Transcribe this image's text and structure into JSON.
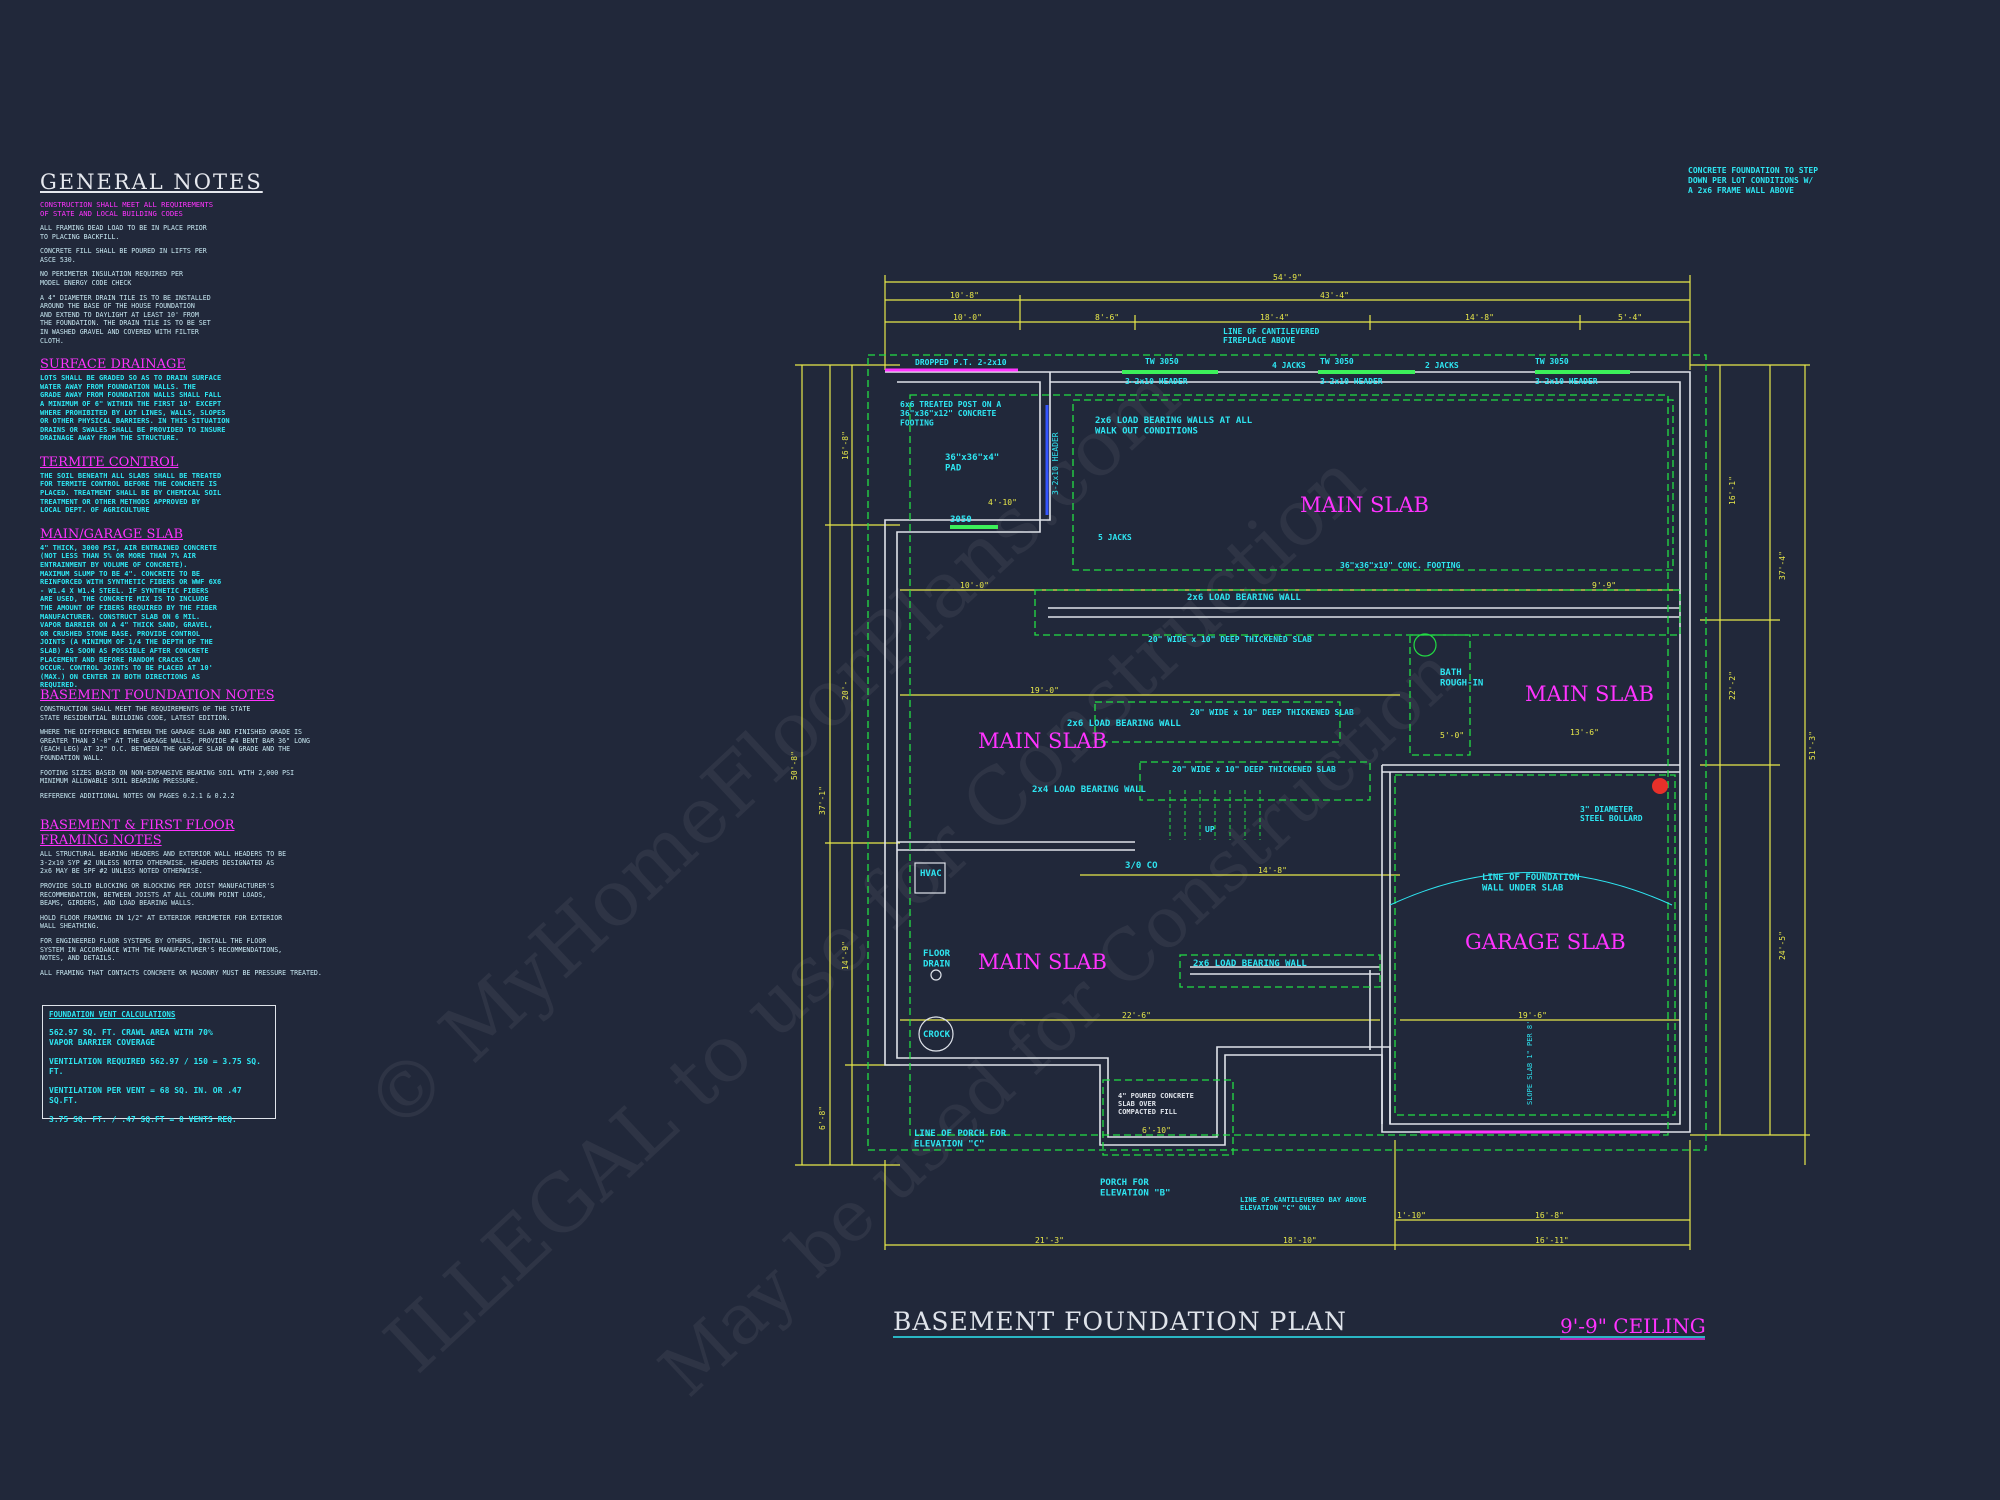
{
  "general_notes": {
    "title": "GENERAL  NOTES",
    "intro": "CONSTRUCTION SHALL MEET ALL REQUIREMENTS\nOF STATE AND LOCAL BUILDING CODES",
    "items": [
      "ALL FRAMING DEAD LOAD TO BE IN PLACE PRIOR\nTO PLACING BACKFILL.",
      "CONCRETE FILL SHALL BE POURED IN LIFTS PER\nASCE 530.",
      "NO PERIMETER INSULATION REQUIRED PER\nMODEL ENERGY CODE CHECK",
      "A 4\" DIAMETER DRAIN TILE IS TO BE INSTALLED\nAROUND THE BASE OF THE HOUSE FOUNDATION\nAND EXTEND TO DAYLIGHT AT LEAST 10' FROM\nTHE FOUNDATION. THE DRAIN TILE IS TO BE SET\nIN WASHED GRAVEL AND COVERED WITH FILTER\nCLOTH."
    ]
  },
  "surface_drainage": {
    "title": "SURFACE DRAINAGE",
    "text": "LOTS SHALL BE GRADED SO AS TO DRAIN SURFACE\nWATER AWAY FROM FOUNDATION WALLS.  THE\nGRADE AWAY FROM FOUNDATION WALLS SHALL FALL\nA MINIMUM OF 6\" WITHIN THE FIRST 10' EXCEPT\nWHERE PROHIBITED BY LOT LINES, WALLS, SLOPES\nOR OTHER PHYSICAL BARRIERS.  IN THIS SITUATION\nDRAINS OR SWALES SHALL BE PROVIDED TO INSURE\nDRAINAGE AWAY FROM THE STRUCTURE."
  },
  "termite_control": {
    "title": "TERMITE  CONTROL",
    "text": "THE SOIL BENEATH ALL SLABS SHALL BE TREATED\nFOR TERMITE CONTROL BEFORE THE CONCRETE IS\nPLACED. TREATMENT SHALL BE BY CHEMICAL SOIL\nTREATMENT OR OTHER METHODS APPROVED BY\nLOCAL DEPT. OF AGRICULTURE"
  },
  "main_garage_slab": {
    "title": "MAIN/GARAGE SLAB",
    "text": "4\" THICK, 3000 PSI, AIR ENTRAINED CONCRETE\n(NOT LESS THAN 5% OR MORE THAN 7% AIR\nENTRAINMENT BY VOLUME OF CONCRETE).\nMAXIMUM SLUMP TO BE 4\".  CONCRETE TO BE\nREINFORCED WITH SYNTHETIC FIBERS OR WWF 6X6\n- W1.4 X W1.4 STEEL.  IF SYNTHETIC FIBERS\nARE USED, THE CONCRETE MIX IS TO INCLUDE\nTHE AMOUNT OF FIBERS REQUIRED BY THE FIBER\nMANUFACTURER.  CONSTRUCT SLAB ON 6 MIL.\nVAPOR BARRIER ON A 4\" THICK SAND, GRAVEL,\nOR CRUSHED STONE BASE.  PROVIDE CONTROL\nJOINTS (A MINIMUM OF 1/4 THE DEPTH OF THE\nSLAB) AS SOON AS POSSIBLE AFTER CONCRETE\nPLACEMENT AND BEFORE RANDOM CRACKS CAN\nOCCUR.  CONTROL JOINTS TO BE PLACED AT 10'\n(MAX.) ON CENTER IN BOTH DIRECTIONS AS\nREQUIRED."
  },
  "basement_foundation_notes": {
    "title": "BASEMENT  FOUNDATION  NOTES",
    "items": [
      "CONSTRUCTION SHALL MEET THE REQUIREMENTS OF THE STATE\nSTATE RESIDENTIAL BUILDING CODE, LATEST EDITION.",
      "WHERE THE DIFFERENCE BETWEEN THE GARAGE SLAB AND FINISHED GRADE IS\nGREATER THAN 3'-0\" AT THE GARAGE WALLS, PROVIDE #4 BENT BAR 36\" LONG\n(EACH LEG) AT 32\" O.C. BETWEEN THE GARAGE SLAB ON GRADE AND THE\nFOUNDATION WALL.",
      "FOOTING SIZES BASED ON NON-EXPANSIVE BEARING SOIL WITH 2,000 PSI\nMINIMUM ALLOWABLE SOIL BEARING PRESSURE.",
      "REFERENCE ADDITIONAL NOTES ON PAGES 0.2.1 & 0.2.2"
    ]
  },
  "framing_notes": {
    "title": "BASEMENT  &  FIRST  FLOOR\nFRAMING  NOTES",
    "items": [
      "ALL STRUCTURAL BEARING HEADERS AND EXTERIOR WALL HEADERS TO BE\n3-2x10 SYP #2 UNLESS NOTED OTHERWISE.  HEADERS DESIGNATED AS\n2x6 MAY BE SPF #2 UNLESS NOTED OTHERWISE.",
      "PROVIDE SOLID BLOCKING OR BLOCKING PER JOIST MANUFACTURER'S\nRECOMMENDATION, BETWEEN JOISTS AT ALL COLUMN POINT LOADS,\nBEAMS, GIRDERS, AND LOAD BEARING WALLS.",
      "HOLD FLOOR FRAMING IN 1/2\" AT EXTERIOR PERIMETER FOR EXTERIOR\nWALL SHEATHING.",
      "FOR ENGINEERED FLOOR SYSTEMS BY OTHERS, INSTALL THE FLOOR\nSYSTEM IN ACCORDANCE WITH THE MANUFACTURER'S RECOMMENDATIONS,\nNOTES, AND DETAILS.",
      "ALL FRAMING THAT CONTACTS CONCRETE OR MASONRY MUST BE PRESSURE TREATED."
    ]
  },
  "vent_calc": {
    "title": "FOUNDATION VENT CALCULATIONS",
    "lines": [
      "562.97 SQ. FT. CRAWL AREA WITH 70%\nVAPOR BARRIER COVERAGE",
      "VENTILATION REQUIRED 562.97 / 150 = 3.75 SQ. FT.",
      "VENTILATION PER VENT = 68 SQ. IN. OR .47 SQ.FT.",
      "3.75 SQ. FT. / .47 SQ.FT = 8 VENTS REQ."
    ]
  },
  "top_right_note": "CONCRETE FOUNDATION TO STEP\nDOWN PER LOT CONDITIONS W/\nA 2x6 FRAME WALL ABOVE",
  "plan": {
    "title": "BASEMENT  FOUNDATION  PLAN",
    "ceiling": "9'-9\"  CEILING",
    "rooms": {
      "main_slab_1": "MAIN SLAB",
      "main_slab_2": "MAIN SLAB",
      "main_slab_3": "MAIN SLAB",
      "main_slab_4": "MAIN SLAB",
      "garage_slab": "GARAGE SLAB"
    },
    "labels": {
      "dropped": "DROPPED P.T. 2-2x10",
      "tw1": "TW 3050",
      "tw2": "TW 3050",
      "tw3": "TW 3050",
      "hdr1": "3-2x10 HEADER",
      "hdr2": "3-2x10 HEADER",
      "hdr3": "3-2x10 HEADER",
      "jacks4": "4 JACKS",
      "jacks2": "2 JACKS",
      "cantilever": "LINE OF CANTILEVERED\nFIREPLACE ABOVE",
      "post": "6x6 TREATED POST ON A\n36\"x36\"x12\" CONCRETE\nFOOTING",
      "pad": "36\"x36\"x4\"\nPAD",
      "bearing_walls_2x6": "2x6 LOAD BEARING WALLS AT ALL\nWALK OUT CONDITIONS",
      "jacks5": "5 JACKS",
      "w3050": "3050",
      "conc_footing": "36\"x36\"x10\" CONC. FOOTING",
      "lbw1": "2x6 LOAD BEARING WALL",
      "thick1": "20\" WIDE x 10\" DEEP THICKENED SLAB",
      "bath": "BATH\nROUGH-IN",
      "lbw2": "2x6 LOAD BEARING WALL",
      "thick2": "20\" WIDE x 10\" DEEP THICKENED SLAB",
      "lbw3": "2x4 LOAD BEARING WALL",
      "thick3": "20\" WIDE x 10\" DEEP THICKENED SLAB",
      "bollard": "3\" DIAMETER\nSTEEL BOLLARD",
      "co": "3/0 CO",
      "hvac": "HVAC",
      "floor_drain": "FLOOR\nDRAIN",
      "crock": "CROCK",
      "lbw4": "2x6 LOAD BEARING WALL",
      "found_wall": "LINE OF FOUNDATION\nWALL UNDER SLAB",
      "slope": "SLOPE SLAB 1\" PER 8'",
      "porch_c": "LINE OF PORCH FOR\nELEVATION \"C\"",
      "porch_b": "PORCH FOR\nELEVATION \"B\"",
      "poured": "4\" POURED CONCRETE\nSLAB OVER\nCOMPACTED FILL",
      "bay": "LINE OF CANTILEVERED BAY ABOVE\nELEVATION \"C\" ONLY",
      "up": "UP",
      "header_v": "3-2x10 HEADER"
    },
    "dims": {
      "top_overall": "54'-9\"",
      "top_a": "10'-8\"",
      "top_b": "43'-4\"",
      "top_c": "10'-0\"",
      "top_d": "8'-6\"",
      "top_e": "18'-4\"",
      "top_f": "14'-8\"",
      "top_g": "5'-4\"",
      "bot_overall_a": "21'-3\"",
      "bot_b": "18'-10\"",
      "bot_c": "16'-11\"",
      "bot_d": "1'-10\"",
      "bot_e": "16'-8\"",
      "bot_f": "6'-10\"",
      "left_overall": "50'-8\"",
      "left_a": "37'-1\"",
      "left_b": "16'-8\"",
      "left_c": "20'-",
      "left_d": "14'-9\"",
      "left_e": "6'-8\"",
      "right_a": "16'-1\"",
      "right_b": "37'-4\"",
      "right_c": "51'-3\"",
      "right_d": "22'-2\"",
      "right_e": "24'-5\"",
      "int_a": "10'-0\"",
      "int_b": "19'-0\"",
      "int_c": "9'-9\"",
      "int_d": "22'-6\"",
      "int_e": "19'-6\"",
      "int_f": "14'-8\"",
      "int_g": "5'-0\"",
      "int_h": "4'-10\"",
      "int_i": "13'-6\""
    }
  },
  "watermark": {
    "line1": "© MyHomeFloorPlans.com",
    "line2": "ILLEGAL to use for Construction",
    "line3": "May be used for Construction"
  }
}
